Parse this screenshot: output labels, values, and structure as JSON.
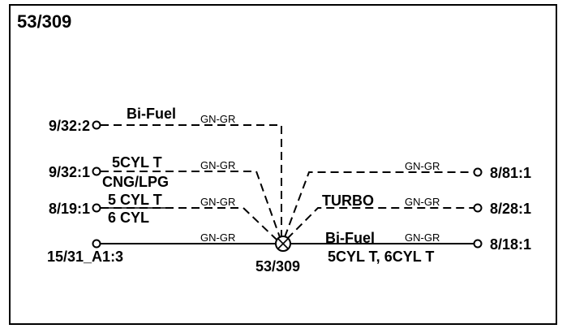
{
  "title": "53/309",
  "splice_label": "53/309",
  "wire_color": "GN-GR",
  "connectors": {
    "left_1": "9/32:2",
    "left_2": "9/32:1",
    "left_3": "8/19:1",
    "left_4": "15/31_A1:3",
    "right_1": "8/81:1",
    "right_2": "8/28:1",
    "right_3": "8/18:1"
  },
  "options": {
    "bi_fuel_top": "Bi-Fuel",
    "cyl5t": "5CYL T",
    "cng_lpg": "CNG/LPG",
    "cyl5t_spaced": "5 CYL T",
    "cyl6": "6 CYL",
    "turbo": "TURBO",
    "bi_fuel_bottom": "Bi-Fuel",
    "cyl_combo": "5CYL T, 6CYL T"
  },
  "colors": {
    "line": "#000000",
    "background": "#ffffff"
  }
}
